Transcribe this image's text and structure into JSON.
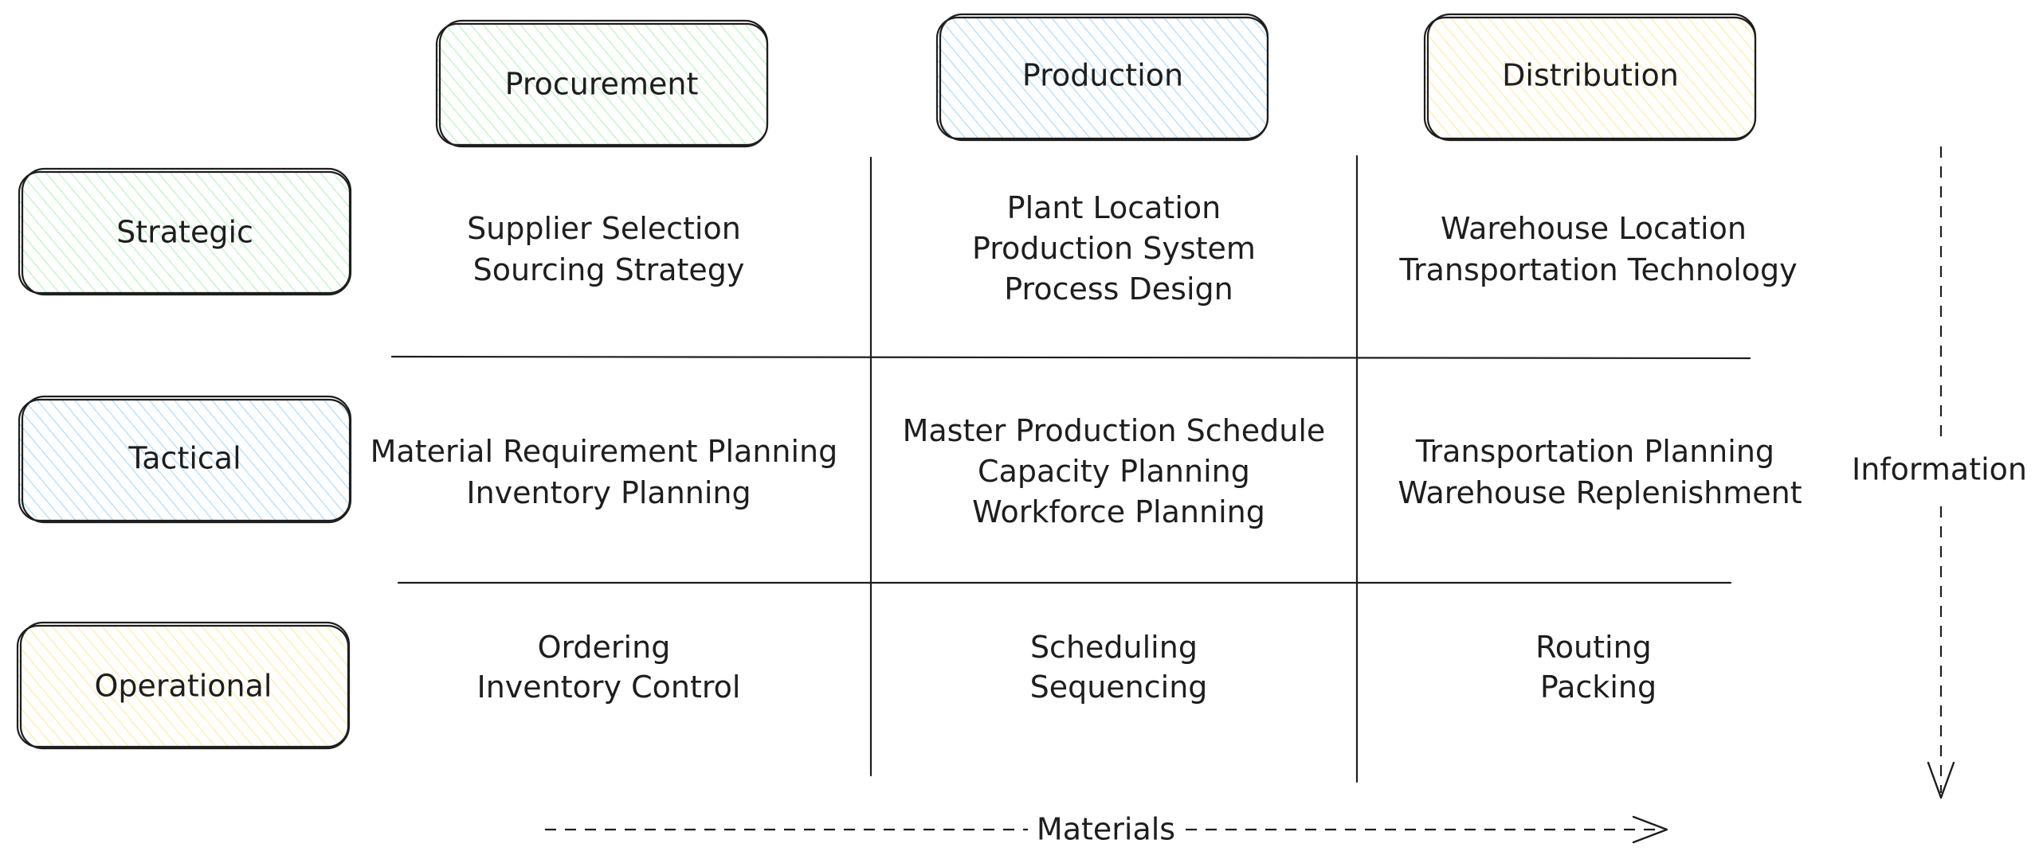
{
  "colors": {
    "green": "#b2f2bb",
    "blue": "#a5d8ff",
    "yellow": "#ffec99",
    "stroke": "#1e1e1e"
  },
  "columns": [
    {
      "id": "procurement",
      "label": "Procurement",
      "color": "#b2f2bb"
    },
    {
      "id": "production",
      "label": "Production",
      "color": "#a5d8ff"
    },
    {
      "id": "distribution",
      "label": "Distribution",
      "color": "#ffec99"
    }
  ],
  "rows": [
    {
      "id": "strategic",
      "label": "Strategic",
      "color": "#b2f2bb"
    },
    {
      "id": "tactical",
      "label": "Tactical",
      "color": "#a5d8ff"
    },
    {
      "id": "operational",
      "label": "Operational",
      "color": "#ffec99"
    }
  ],
  "cells": [
    [
      [
        "Supplier Selection",
        "Sourcing Strategy"
      ],
      [
        "Plant Location",
        "Production System",
        "Process Design"
      ],
      [
        "Warehouse Location",
        "Transportation Technology"
      ]
    ],
    [
      [
        "Material Requirement Planning",
        "Inventory Planning"
      ],
      [
        "Master Production Schedule",
        "Capacity Planning",
        "Workforce Planning"
      ],
      [
        "Transportation Planning",
        "Warehouse Replenishment"
      ]
    ],
    [
      [
        "Ordering",
        "Inventory Control"
      ],
      [
        "Scheduling",
        "Sequencing"
      ],
      [
        "Routing",
        "Packing"
      ]
    ]
  ],
  "flows": {
    "materials_label": "Materials",
    "information_label": "Information"
  }
}
